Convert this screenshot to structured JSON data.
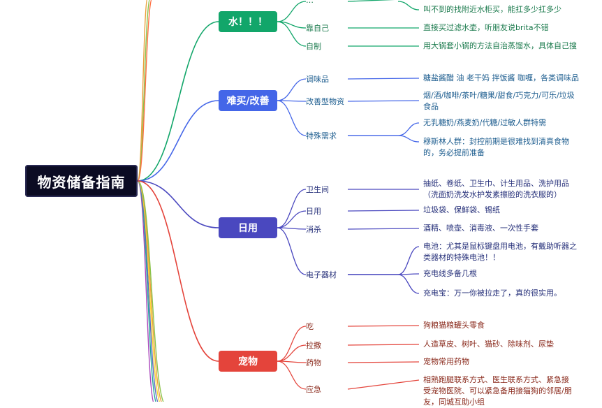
{
  "root": {
    "label": "物资储备指南"
  },
  "colors": {
    "water": "#12a66a",
    "hard": "#4466e8",
    "daily": "#4a48bf",
    "pet": "#e4443b",
    "side_lines": [
      "#e9a13b",
      "#8bc34a",
      "#ff7043",
      "#ab47bc",
      "#26a69a",
      "#5c6bc0",
      "#fdd835"
    ]
  },
  "branches": {
    "water": {
      "label": "水！！！",
      "subs": [
        {
          "label": "…",
          "leaves": [
            "叫不到的找附近水柜买，能扛多少扛多少"
          ]
        },
        {
          "label": "靠自己",
          "leaves": [
            "直接买过滤水壶，听朋友说brita不错"
          ]
        },
        {
          "label": "自制",
          "leaves": [
            "用大锅套小锅的方法自治蒸馏水，具体自己搜"
          ]
        }
      ]
    },
    "hard": {
      "label": "难买/改善",
      "subs": [
        {
          "label": "调味品",
          "leaves": [
            "糖盐酱醋 油 老干妈 拌饭酱 咖喱，各类调味品"
          ]
        },
        {
          "label": "改善型物资",
          "leaves": [
            "烟/酒/咖啡/茶叶/糖果/甜食/巧克力/可乐/垃圾食品"
          ]
        },
        {
          "label": "特殊需求",
          "leaves": [
            "无乳糖奶/燕麦奶/代糖/过敏人群特需",
            "穆斯林人群：封控前期是很难找到清真食物的，务必提前准备"
          ]
        }
      ]
    },
    "daily": {
      "label": "日用",
      "subs": [
        {
          "label": "卫生间",
          "leaves": [
            "抽纸、卷纸、卫生巾、计生用品、洗护用品（洗面奶洗发水护发素擦脸的洗衣服的）"
          ]
        },
        {
          "label": "日用",
          "leaves": [
            "垃圾袋、保鲜袋、锡纸"
          ]
        },
        {
          "label": "消杀",
          "leaves": [
            "酒精、喷壶、消毒液、一次性手套"
          ]
        },
        {
          "label": "电子器材",
          "leaves": [
            "电池：尤其是鼠标键盘用电池，有戴助听器之类器材的特殊电池！！",
            "充电线多备几根",
            "充电宝：万一你被拉走了，真的很实用。"
          ]
        }
      ]
    },
    "pet": {
      "label": "宠物",
      "subs": [
        {
          "label": "吃",
          "leaves": [
            "狗粮猫粮罐头零食"
          ]
        },
        {
          "label": "拉撒",
          "leaves": [
            "人造草皮、树叶、猫砂、除味剂、尿垫"
          ]
        },
        {
          "label": "药物",
          "leaves": [
            "宠物常用药物"
          ]
        },
        {
          "label": "应急",
          "leaves": [
            "相熟跑腿联系方式、医生联系方式、紧急接受宠物医院、可以紧急备用接猫狗的邻居/朋友，同城互助小组"
          ]
        }
      ]
    }
  }
}
